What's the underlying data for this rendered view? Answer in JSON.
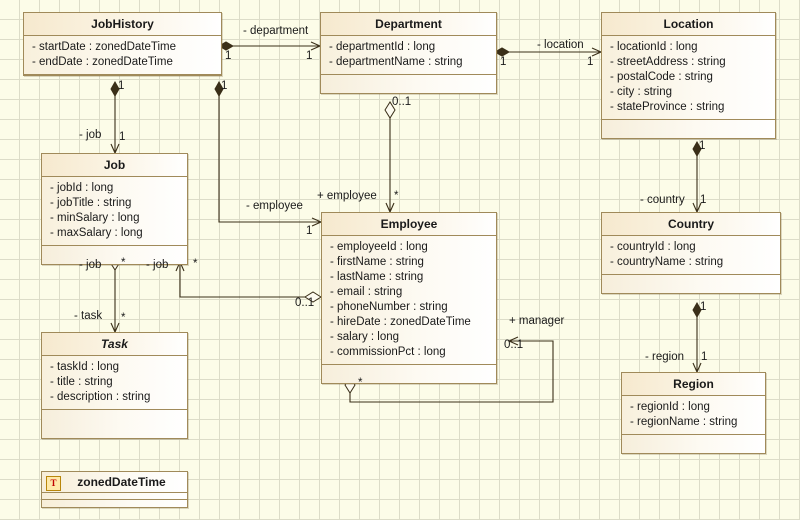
{
  "diagram": {
    "type": "uml-class-diagram",
    "background": "#fcfce8",
    "grid_color": "#dcdcc8",
    "class_border": "#a08a5a",
    "class_fill": "#f7eed8"
  },
  "classes": [
    {
      "id": "jobhistory",
      "name": "JobHistory",
      "abstract": false,
      "attributes": [
        "- startDate : zonedDateTime",
        "- endDate : zonedDateTime"
      ]
    },
    {
      "id": "department",
      "name": "Department",
      "abstract": false,
      "attributes": [
        "- departmentId : long",
        "- departmentName : string"
      ]
    },
    {
      "id": "location",
      "name": "Location",
      "abstract": false,
      "attributes": [
        "- locationId : long",
        "- streetAddress : string",
        "- postalCode : string",
        "- city : string",
        "- stateProvince : string"
      ]
    },
    {
      "id": "job",
      "name": "Job",
      "abstract": false,
      "attributes": [
        "- jobId : long",
        "- jobTitle : string",
        "- minSalary : long",
        "- maxSalary : long"
      ]
    },
    {
      "id": "employee",
      "name": "Employee",
      "abstract": false,
      "attributes": [
        "- employeeId : long",
        "- firstName : string",
        "- lastName : string",
        "- email : string",
        "- phoneNumber : string",
        "- hireDate : zonedDateTime",
        "- salary : long",
        "- commissionPct : long"
      ]
    },
    {
      "id": "country",
      "name": "Country",
      "abstract": false,
      "attributes": [
        "- countryId : long",
        "- countryName : string"
      ]
    },
    {
      "id": "task",
      "name": "Task",
      "abstract": true,
      "attributes": [
        "- taskId : long",
        "- title : string",
        "- description : string"
      ]
    },
    {
      "id": "region",
      "name": "Region",
      "abstract": false,
      "attributes": [
        "- regionId : long",
        "- regionName : string"
      ]
    }
  ],
  "datatypes": [
    {
      "id": "zoneddatetime",
      "name": "zonedDateTime",
      "icon": "T"
    }
  ],
  "associations": [
    {
      "id": "jobhistory-department",
      "role": "- department",
      "source_mult": "1",
      "target_mult": "1"
    },
    {
      "id": "department-location",
      "role": "- location",
      "source_mult": "1",
      "target_mult": "1"
    },
    {
      "id": "jobhistory-job",
      "role": "- job",
      "source_mult": "1",
      "target_mult": "1"
    },
    {
      "id": "jobhistory-employee",
      "role": "- employee",
      "source_mult": "1",
      "target_mult": "1"
    },
    {
      "id": "department-employee",
      "role": "+ employee",
      "source_mult": "0..1",
      "target_mult": "*"
    },
    {
      "id": "location-country",
      "role": "- country",
      "source_mult": "1",
      "target_mult": "1"
    },
    {
      "id": "country-region",
      "role": "- region",
      "source_mult": "1",
      "target_mult": "1"
    },
    {
      "id": "job-task",
      "role": "- task",
      "source_mult": "*",
      "target_mult": "*"
    },
    {
      "id": "job-employee",
      "role": "- job",
      "source_mult": "*",
      "target_mult": "0..1"
    },
    {
      "id": "employee-manager",
      "role": "+ manager",
      "source_mult": "0..1",
      "target_mult": "*"
    }
  ],
  "labels": {
    "department_role": "- department",
    "location_role": "- location",
    "job_role_top": "- job",
    "employee_role": "- employee",
    "employee_role_plus": "+ employee",
    "country_role": "- country",
    "region_role": "- region",
    "task_role": "- task",
    "job_role_left": "- job",
    "job_role_right": "- job",
    "manager_role": "+ manager",
    "m_jh_dept_src": "1",
    "m_jh_dept_tgt": "1",
    "m_dept_loc_src": "1",
    "m_dept_loc_tgt": "1",
    "m_jh_job_src": "1",
    "m_jh_job_tgt": "1",
    "m_jh_emp_src": "1",
    "m_jh_emp_tgt": "1",
    "m_dept_emp_src": "0..1",
    "m_dept_emp_tgt": "*",
    "m_loc_ctry_src": "1",
    "m_loc_ctry_tgt": "1",
    "m_ctry_reg_src": "1",
    "m_ctry_reg_tgt": "1",
    "m_job_task_src": "*",
    "m_job_task_tgt": "*",
    "m_job_emp_src": "*",
    "m_job_emp_tgt": "0..1",
    "m_emp_mgr_src": "0..1",
    "m_emp_mgr_tgt": "*"
  }
}
